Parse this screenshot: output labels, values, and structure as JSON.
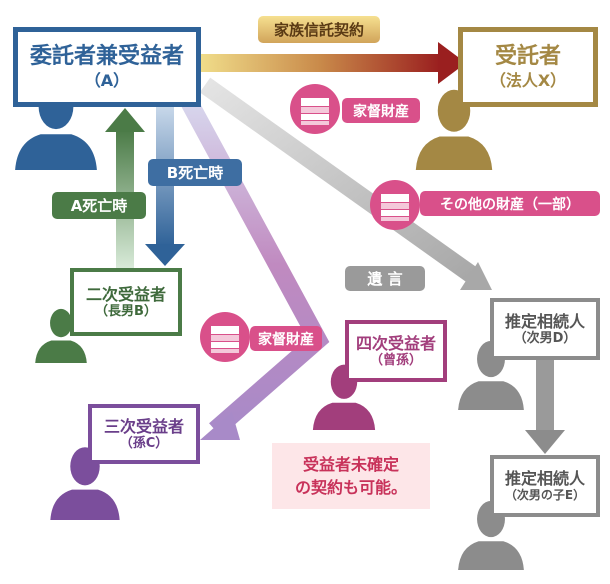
{
  "settlor": {
    "title": "委託者兼受益者",
    "sub": "（A）"
  },
  "contract_label": "家族信託契約",
  "trustee": {
    "title": "受託者",
    "sub": "（法人X）"
  },
  "asset_top": "家督財産",
  "b_death": "B死亡時",
  "a_death": "A死亡時",
  "other_assets": "その他の財産（一部）",
  "will": "遺 言",
  "second": {
    "title": "二次受益者",
    "sub": "（長男B）"
  },
  "asset_mid": "家督財産",
  "fourth": {
    "title": "四次受益者",
    "sub": "（曾孫）"
  },
  "heir_d": {
    "title": "推定相続人",
    "sub": "（次男D）"
  },
  "third": {
    "title": "三次受益者",
    "sub": "（孫C）"
  },
  "note": {
    "line1": "受益者未確定",
    "line2": "の契約も可能。"
  },
  "heir_e": {
    "title": "推定相続人",
    "sub": "（次男の子E）"
  },
  "colors": {
    "blue": "#2f6298",
    "gold": "#a48844",
    "green": "#4b7b47",
    "pink": "#d9508a",
    "purple": "#7b4e9c",
    "magenta": "#a23e7c",
    "gray": "#8c8c8c"
  }
}
